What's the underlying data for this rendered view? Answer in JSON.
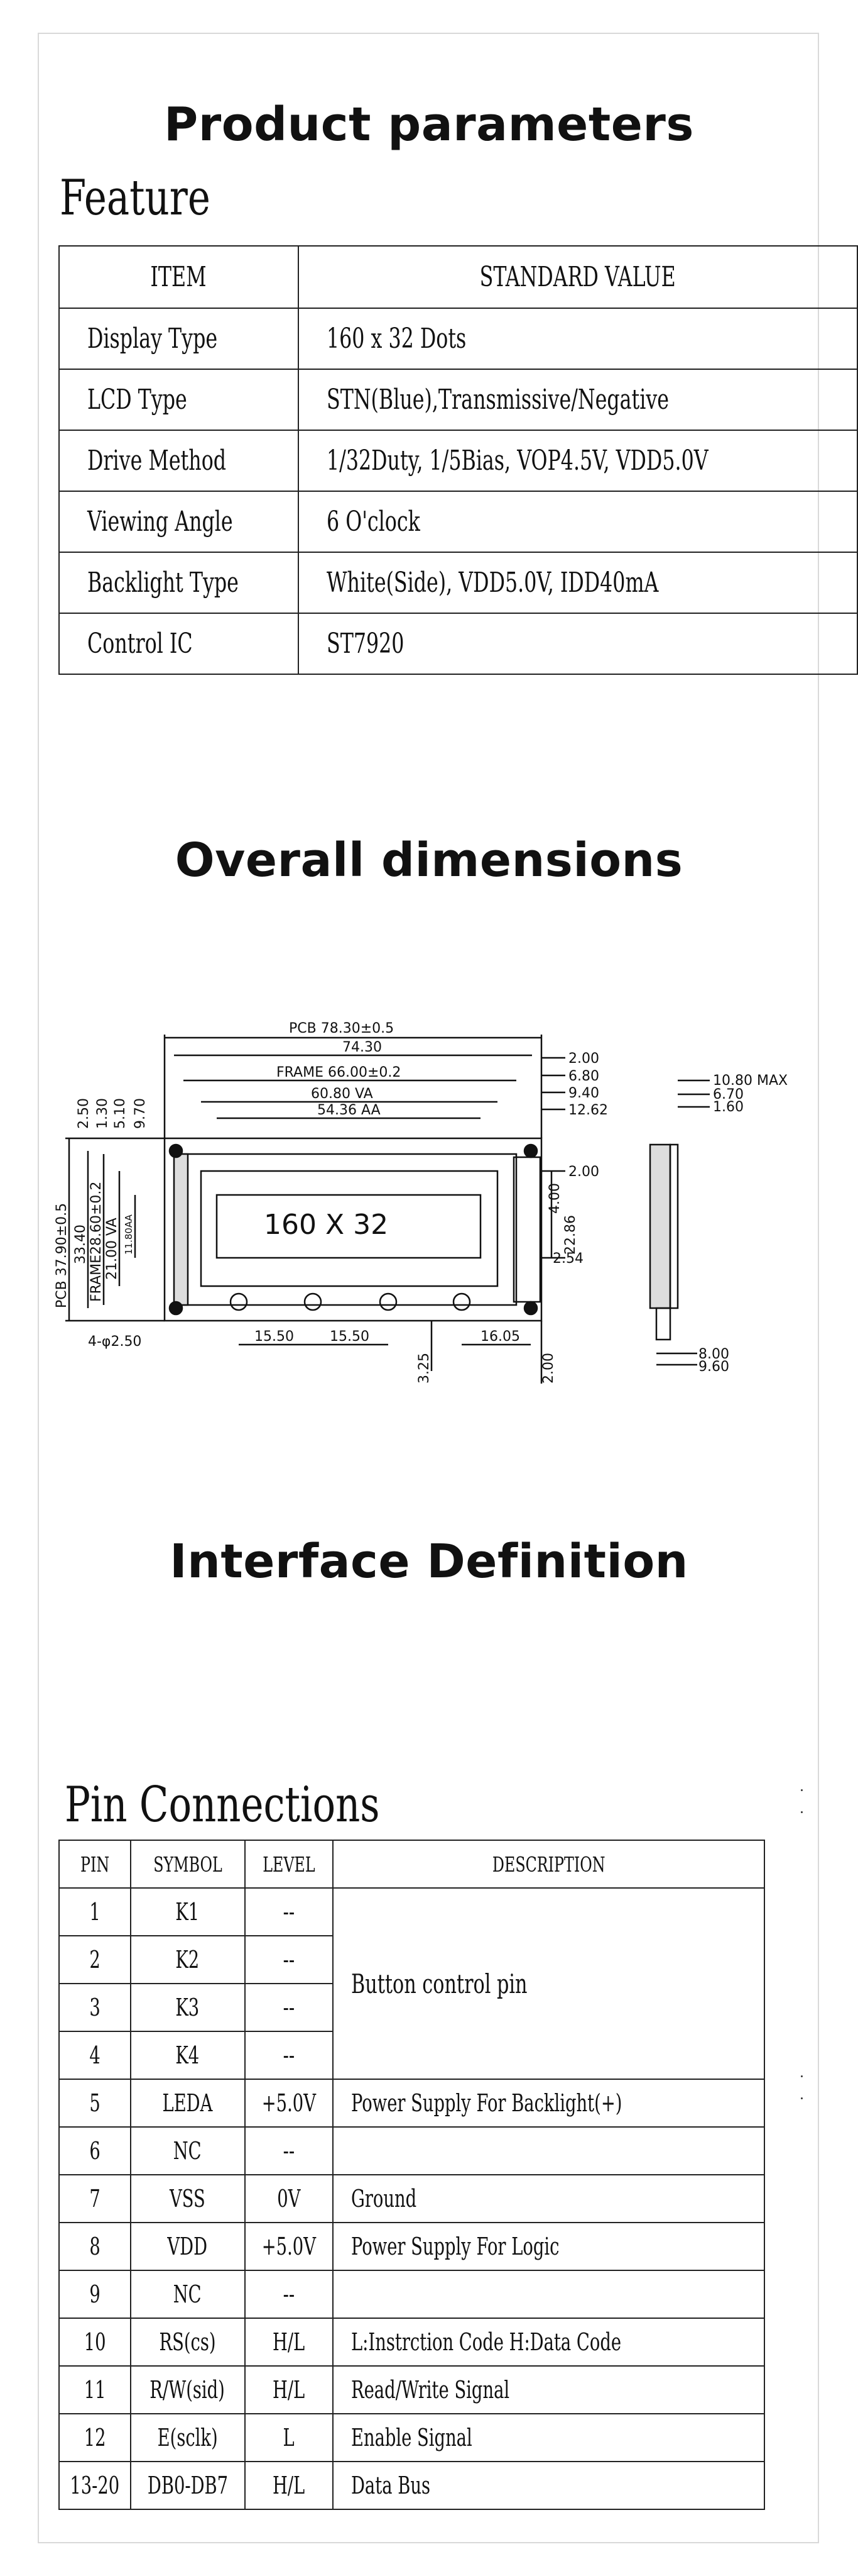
{
  "headings": {
    "product_parameters": "Product parameters",
    "feature": "Feature",
    "overall_dimensions": "Overall dimensions",
    "interface_definition": "Interface Definition",
    "pin_connections": "Pin Connections"
  },
  "feature_table": {
    "col_item": "ITEM",
    "col_value": "STANDARD VALUE",
    "rows": [
      {
        "item": "Display Type",
        "value": "160 x 32 Dots"
      },
      {
        "item": "LCD Type",
        "value": "STN(Blue),Transmissive/Negative"
      },
      {
        "item": "Drive Method",
        "value": "1/32Duty, 1/5Bias, VOP4.5V, VDD5.0V"
      },
      {
        "item": "Viewing Angle",
        "value": "6 O'clock"
      },
      {
        "item": "Backlight Type",
        "value": "White(Side), VDD5.0V, IDD40mA"
      },
      {
        "item": "Control IC",
        "value": "ST7920"
      }
    ]
  },
  "dimensions": {
    "pcb": "PCB 78.30±0.5",
    "w7430": "74.30",
    "frame": "FRAME 66.00±0.2",
    "va": "60.80 VA",
    "aa": "54.36 AA",
    "r200": "2.00",
    "r680": "6.80",
    "r940": "9.40",
    "r1262": "12.62",
    "r200b": "2.00",
    "r400": "4.00",
    "r2286": "22.86",
    "r254": "2.54",
    "l250": "2.50",
    "l130": "1.30",
    "l510": "5.10",
    "l970": "9.70",
    "pcbh": "PCB 37.90±0.5",
    "h3340": "33.40",
    "frameh": "FRAME28.60±0.2",
    "vah": "21.00 VA",
    "aah": "11.80AA",
    "hole": "4-φ2.50",
    "b1550a": "15.50",
    "b1550b": "15.50",
    "b325": "3.25",
    "b1605": "16.05",
    "b200": "2.00",
    "side1080": "10.80 MAX",
    "side670": "6.70",
    "side160": "1.60",
    "side800": "8.00",
    "side960": "9.60",
    "lcd_text": "160 X 32"
  },
  "pin_table": {
    "headers": [
      "PIN",
      "SYMBOL",
      "LEVEL",
      "DESCRIPTION"
    ],
    "rows": [
      {
        "pin": "1",
        "symbol": "K1",
        "level": "--",
        "desc": ""
      },
      {
        "pin": "2",
        "symbol": "K2",
        "level": "--",
        "desc": ""
      },
      {
        "pin": "3",
        "symbol": "K3",
        "level": "--",
        "desc": ""
      },
      {
        "pin": "4",
        "symbol": "K4",
        "level": "--",
        "desc": ""
      },
      {
        "pin": "5",
        "symbol": "LEDA",
        "level": "+5.0V",
        "desc": "Power Supply For Backlight(+)"
      },
      {
        "pin": "6",
        "symbol": "NC",
        "level": "--",
        "desc": ""
      },
      {
        "pin": "7",
        "symbol": "VSS",
        "level": "0V",
        "desc": "Ground"
      },
      {
        "pin": "8",
        "symbol": "VDD",
        "level": "+5.0V",
        "desc": "Power Supply For Logic"
      },
      {
        "pin": "9",
        "symbol": "NC",
        "level": "--",
        "desc": ""
      },
      {
        "pin": "10",
        "symbol": "RS(cs)",
        "level": "H/L",
        "desc": "L:Instrction Code  H:Data Code"
      },
      {
        "pin": "11",
        "symbol": "R/W(sid)",
        "level": "H/L",
        "desc": "Read/Write Signal"
      },
      {
        "pin": "12",
        "symbol": "E(sclk)",
        "level": "L",
        "desc": "Enable Signal"
      },
      {
        "pin": "13-20",
        "symbol": "DB0-DB7",
        "level": "H/L",
        "desc": "Data Bus"
      }
    ],
    "button_desc": "Button control pin"
  }
}
